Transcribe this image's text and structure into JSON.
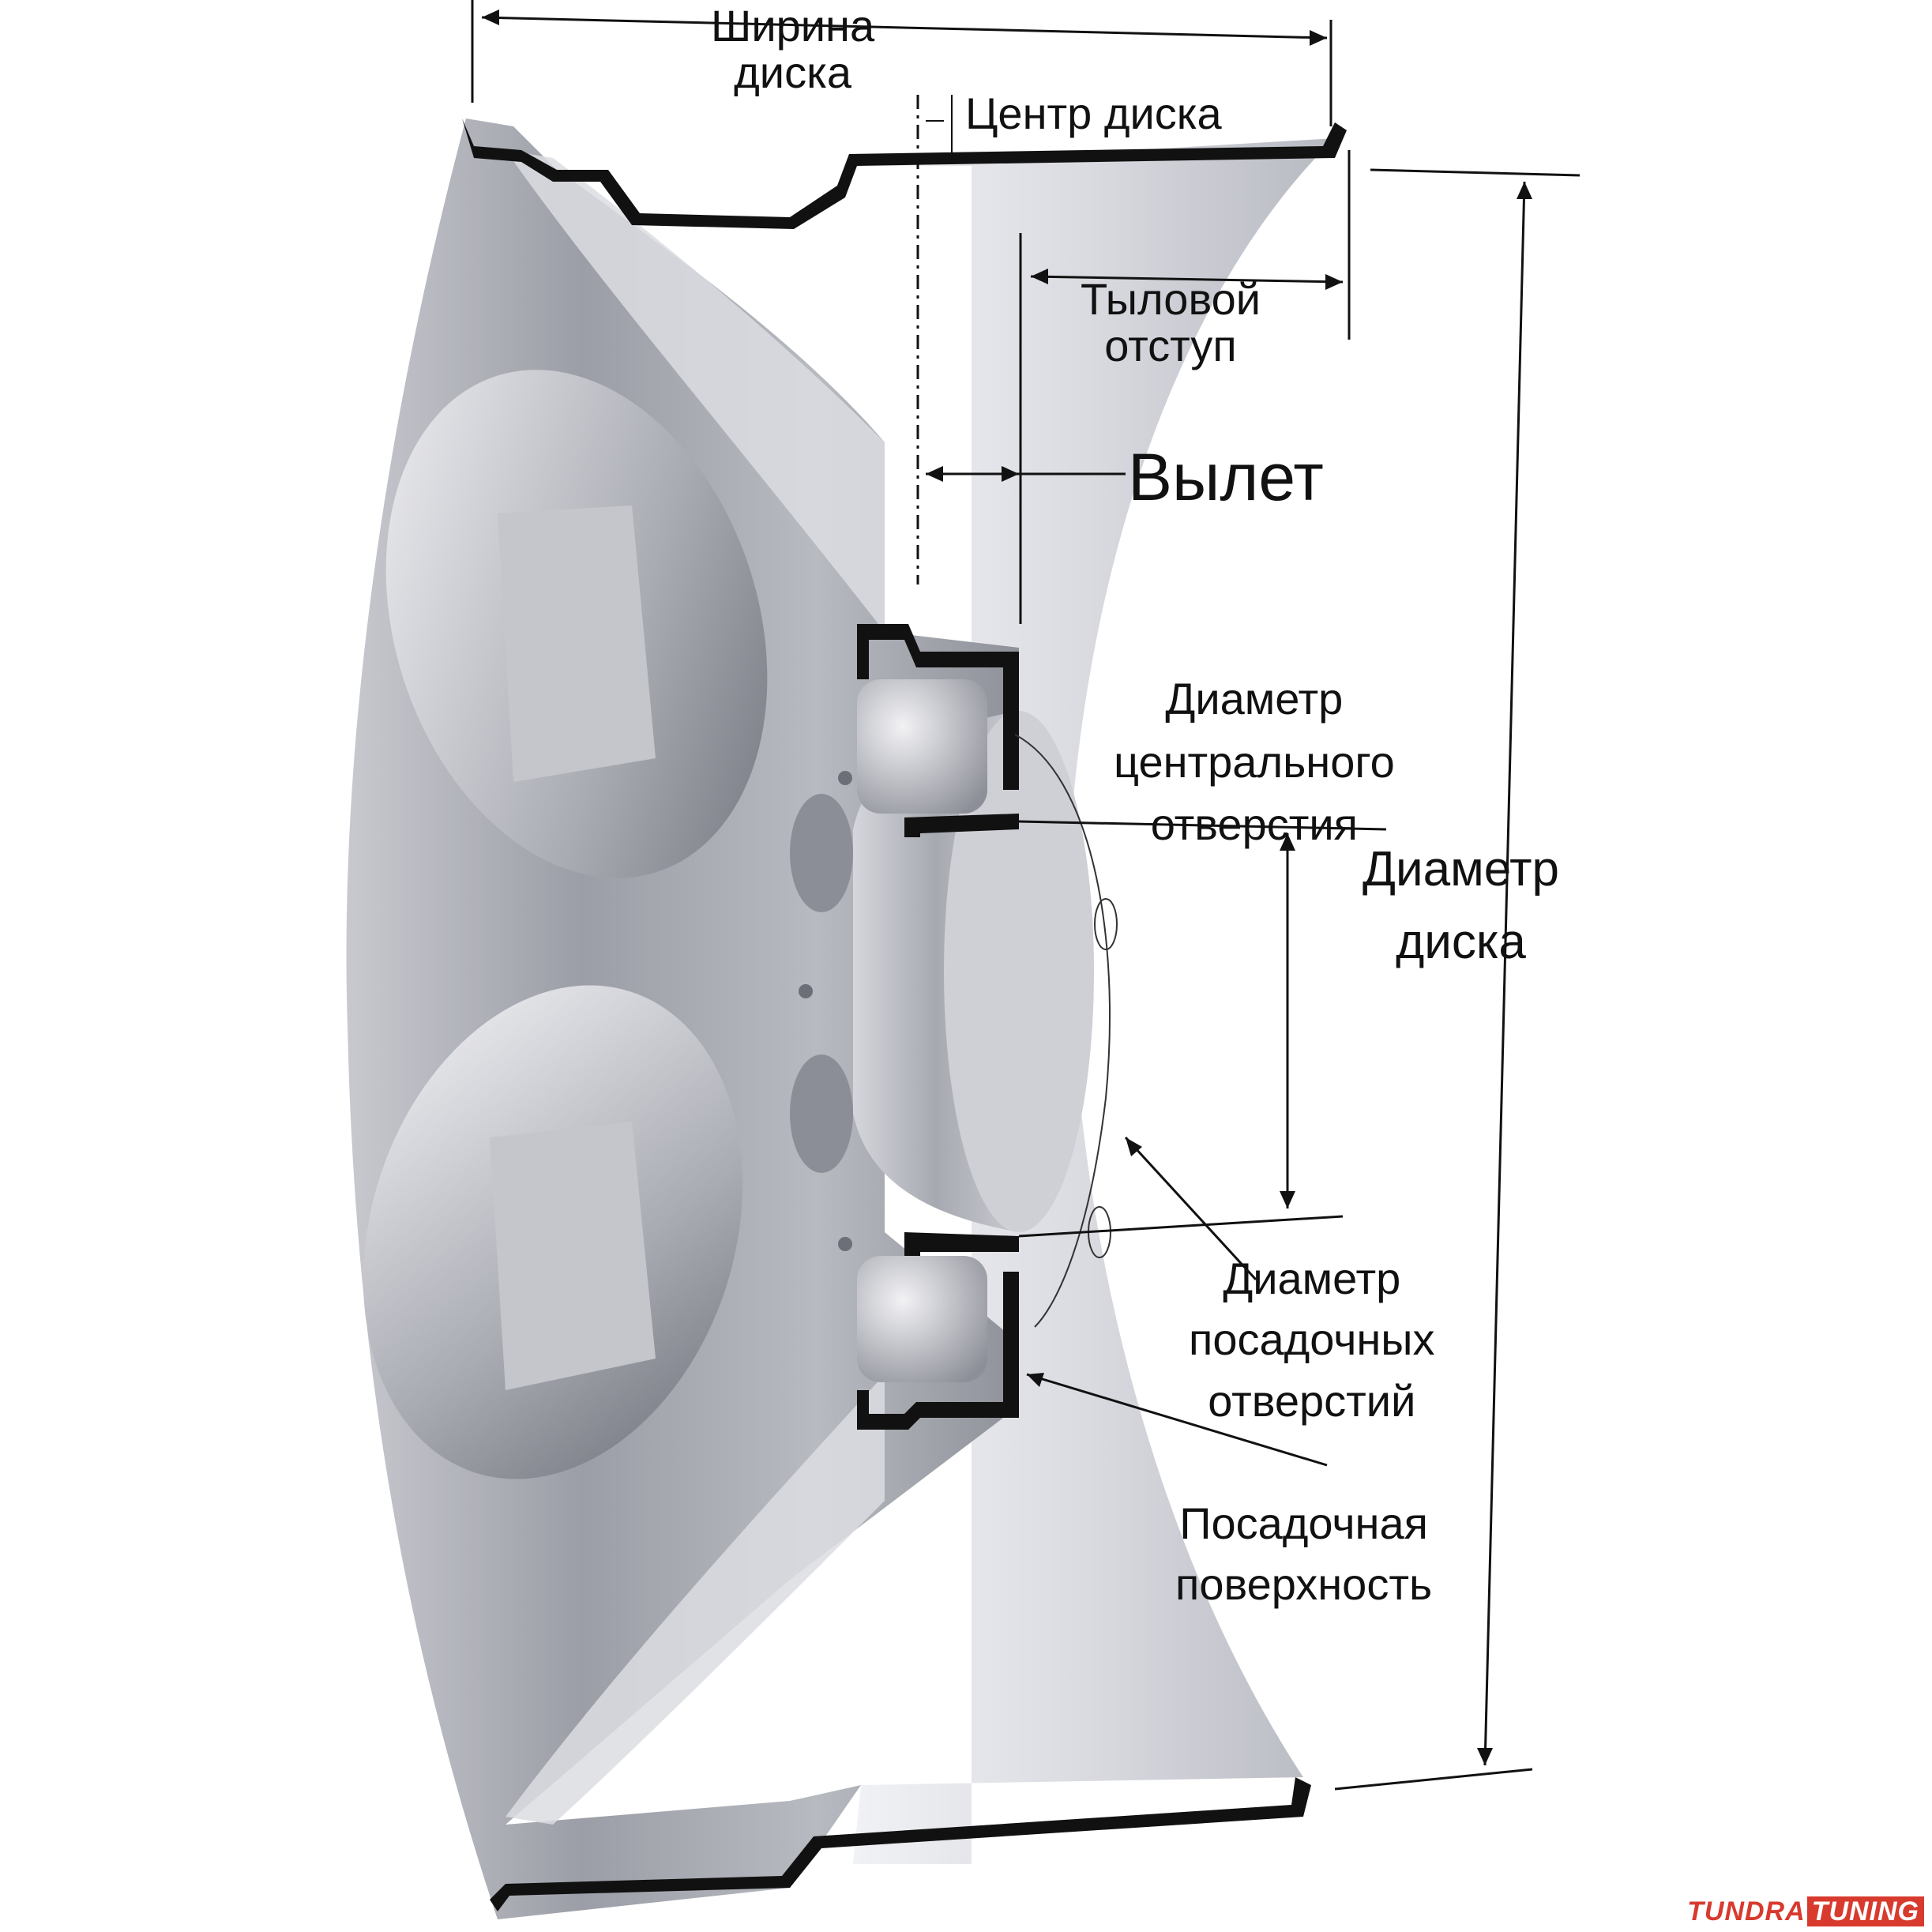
{
  "labels": {
    "wheel_width": [
      "Ширина",
      "диска"
    ],
    "wheel_center": "Центр диска",
    "back_spacing": [
      "Тыловой",
      "отступ"
    ],
    "offset": "Вылет",
    "center_bore": [
      "Диаметр",
      "центрального",
      "отверстия"
    ],
    "wheel_diameter": [
      "Диаметр",
      "диска"
    ],
    "bolt_pattern": [
      "Диаметр",
      "посадочных",
      "отверстий"
    ],
    "mounting_surface": [
      "Посадочная",
      "поверхность"
    ]
  },
  "watermark": {
    "part1": "TUNDRA",
    "part2": "TUNING"
  },
  "colors": {
    "metal_light": "#e4e5ea",
    "metal_mid": "#b0b2ba",
    "metal_dark": "#7d7f88",
    "section": "#111111",
    "brand": "#d83a2e"
  }
}
